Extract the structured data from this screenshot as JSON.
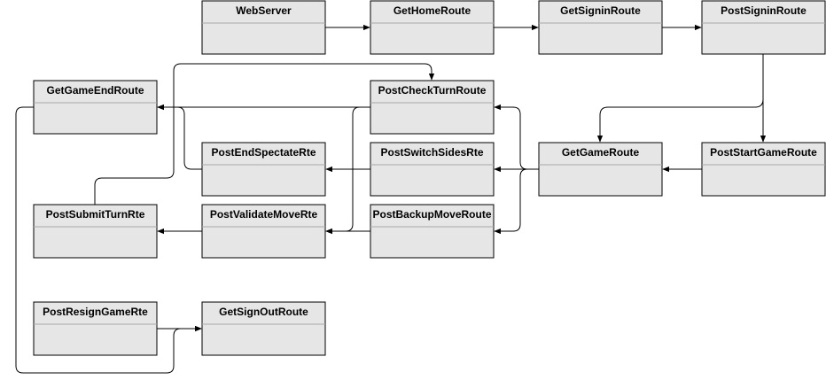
{
  "diagram": {
    "nodes": {
      "web_server": "WebServer",
      "get_home_route": "GetHomeRoute",
      "get_signin_route": "GetSigninRoute",
      "post_signin_route": "PostSigninRoute",
      "get_game_end_route": "GetGameEndRoute",
      "post_check_turn_route": "PostCheckTurnRoute",
      "post_end_spectate_rte": "PostEndSpectateRte",
      "post_switch_sides_rte": "PostSwitchSidesRte",
      "get_game_route": "GetGameRoute",
      "post_start_game_route": "PostStartGameRoute",
      "post_submit_turn_rte": "PostSubmitTurnRte",
      "post_validate_move_rte": "PostValidateMoveRte",
      "post_backup_move_route": "PostBackupMoveRoute",
      "post_resign_game_rte": "PostResignGameRte",
      "get_sign_out_route": "GetSignOutRoute"
    },
    "edges": [
      {
        "from": "web_server",
        "to": "get_home_route"
      },
      {
        "from": "get_home_route",
        "to": "get_signin_route"
      },
      {
        "from": "get_signin_route",
        "to": "post_signin_route"
      },
      {
        "from": "post_signin_route",
        "to": "post_start_game_route"
      },
      {
        "from": "post_signin_route",
        "to": "get_game_route"
      },
      {
        "from": "post_start_game_route",
        "to": "get_game_route"
      },
      {
        "from": "get_game_route",
        "to": "post_switch_sides_rte"
      },
      {
        "from": "get_game_route",
        "to": "post_check_turn_route"
      },
      {
        "from": "get_game_route",
        "to": "post_backup_move_route"
      },
      {
        "from": "post_check_turn_route",
        "to": "get_game_end_route"
      },
      {
        "from": "post_check_turn_route",
        "to": "post_validate_move_rte"
      },
      {
        "from": "post_end_spectate_rte",
        "to": "get_game_end_route"
      },
      {
        "from": "post_backup_move_route",
        "to": "post_validate_move_rte"
      },
      {
        "from": "post_switch_sides_rte",
        "to": "post_end_spectate_rte"
      },
      {
        "from": "post_validate_move_rte",
        "to": "post_submit_turn_rte"
      },
      {
        "from": "post_submit_turn_rte",
        "to": "post_check_turn_route"
      },
      {
        "from": "post_resign_game_rte",
        "to": "get_sign_out_route"
      },
      {
        "from": "get_game_end_route",
        "to": "get_sign_out_route"
      }
    ]
  }
}
